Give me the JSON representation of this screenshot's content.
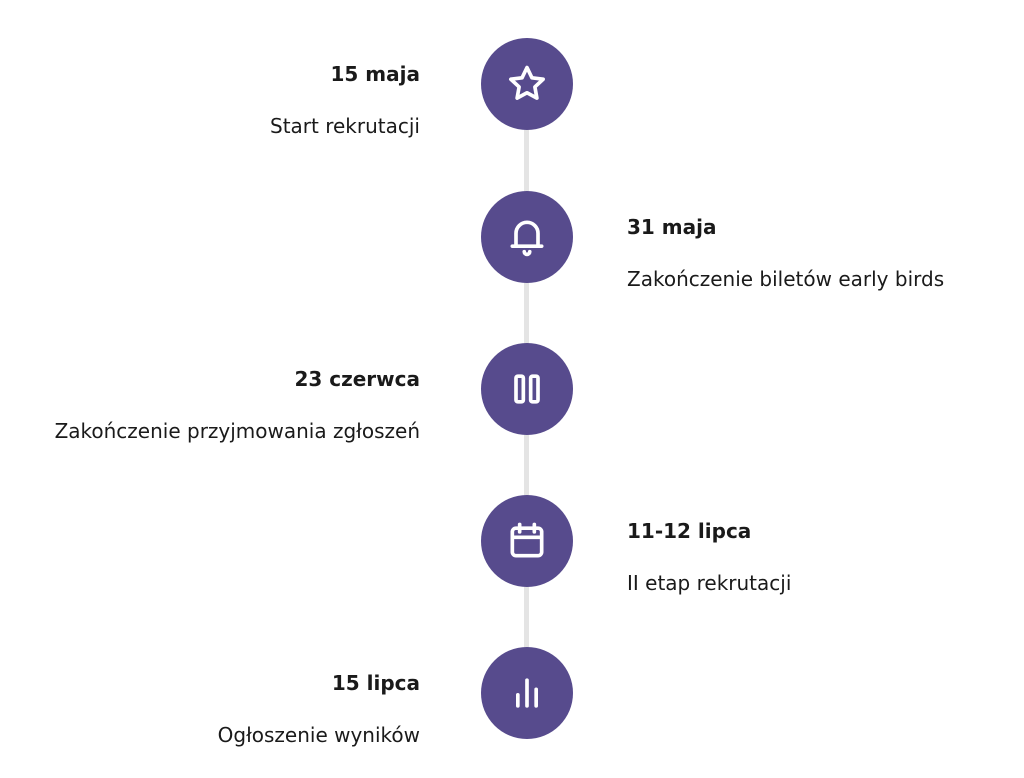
{
  "accent": "#574b8d",
  "events": [
    {
      "date": "15 maja",
      "desc": "Start rekrutacji",
      "icon": "star-icon"
    },
    {
      "date": "31 maja",
      "desc": "Zakończenie biletów early birds",
      "icon": "bell-icon"
    },
    {
      "date": "23 czerwca",
      "desc": "Zakończenie przyjmowania zgłoszeń",
      "icon": "pause-icon"
    },
    {
      "date": "11-12 lipca",
      "desc": "II etap rekrutacji",
      "icon": "calendar-icon"
    },
    {
      "date": "15 lipca",
      "desc": "Ogłoszenie wyników",
      "icon": "bar-chart-icon"
    }
  ]
}
